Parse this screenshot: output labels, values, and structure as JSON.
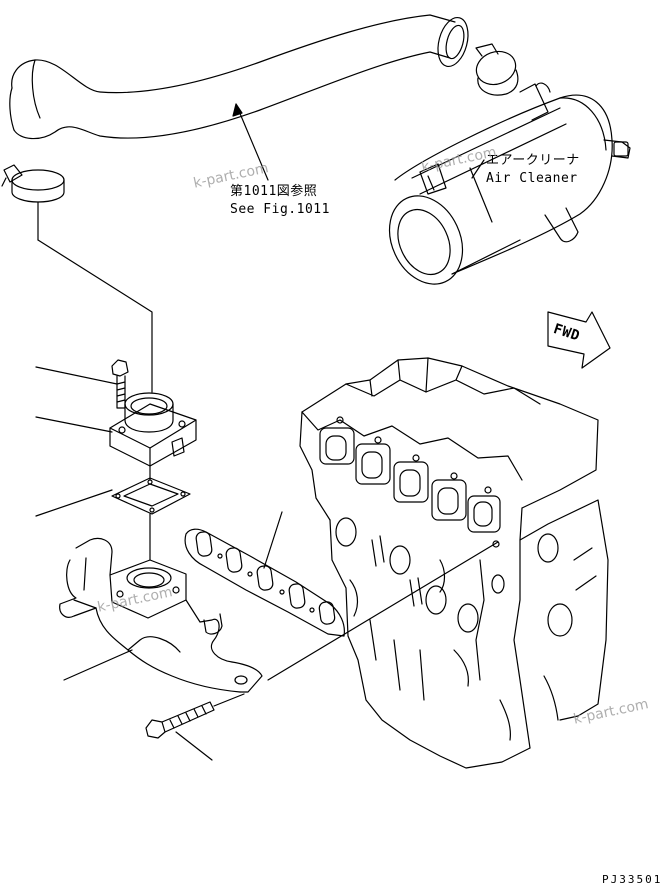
{
  "callouts": {
    "fig_ref_jp": "第1011図参照",
    "fig_ref_en": "See Fig.1011",
    "air_cleaner_jp": "エアークリーナ",
    "air_cleaner_en": "Air Cleaner",
    "fwd": "FWD",
    "drawing_code": "PJ33501"
  },
  "watermarks": [
    "k-part.com",
    "k-part.com",
    "k-part.com",
    "k-part.com"
  ],
  "colors": {
    "line": "#000000",
    "paper": "#ffffff",
    "watermark": "#9a9a9a"
  }
}
